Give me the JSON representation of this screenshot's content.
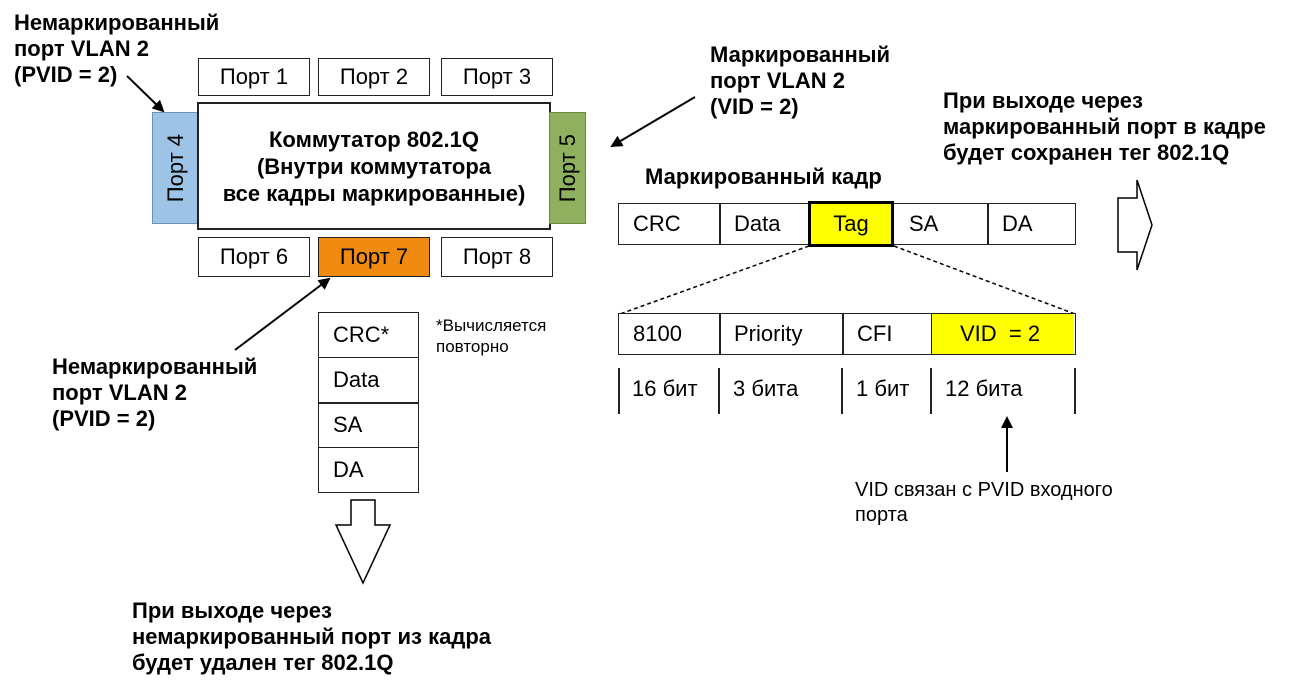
{
  "labels": {
    "untagged_top": [
      "Немаркированный",
      "порт VLAN 2",
      "(PVID = 2)"
    ],
    "untagged_bottom": [
      "Немаркированный",
      "порт VLAN 2",
      "(PVID = 2)"
    ],
    "tagged_port": [
      "Маркированный",
      "порт VLAN 2",
      "(VID = 2)"
    ],
    "exit_tagged": [
      "При выходе через",
      "маркированный порт в кадре",
      "будет сохранен тег 802.1Q"
    ],
    "exit_untagged": [
      "При выходе через",
      "немаркированный порт из кадра",
      "будет удален тег 802.1Q"
    ],
    "tagged_frame_title": "Маркированный кадр",
    "recalc_note": [
      "*Вычисляется",
      "повторно"
    ],
    "vid_note": [
      "VID связан с PVID входного",
      "порта"
    ]
  },
  "switch": {
    "title": [
      "Коммутатор 802.1Q",
      "(Внутри коммутатора",
      "все кадры маркированные)"
    ],
    "ports_top": [
      "Порт 1",
      "Порт 2",
      "Порт 3"
    ],
    "ports_bottom": [
      "Порт 6",
      "Порт 7",
      "Порт 8"
    ],
    "port_left": "Порт 4",
    "port_right": "Порт 5"
  },
  "tagged_frame": [
    "CRC",
    "Data",
    "Tag",
    "SA",
    "DA"
  ],
  "tag_fields": [
    "8100",
    "Priority",
    "CFI",
    "VID  = 2"
  ],
  "tag_bits": [
    "16 бит",
    "3 бита",
    "1 бит",
    "12 бита"
  ],
  "untagged_frame": [
    "CRC*",
    "Data",
    "SA",
    "DA"
  ],
  "colors": {
    "port_left": "#9dc3e6",
    "port_right": "#8fb05e",
    "port_7": "#f08a10",
    "highlight": "#ffff00"
  }
}
